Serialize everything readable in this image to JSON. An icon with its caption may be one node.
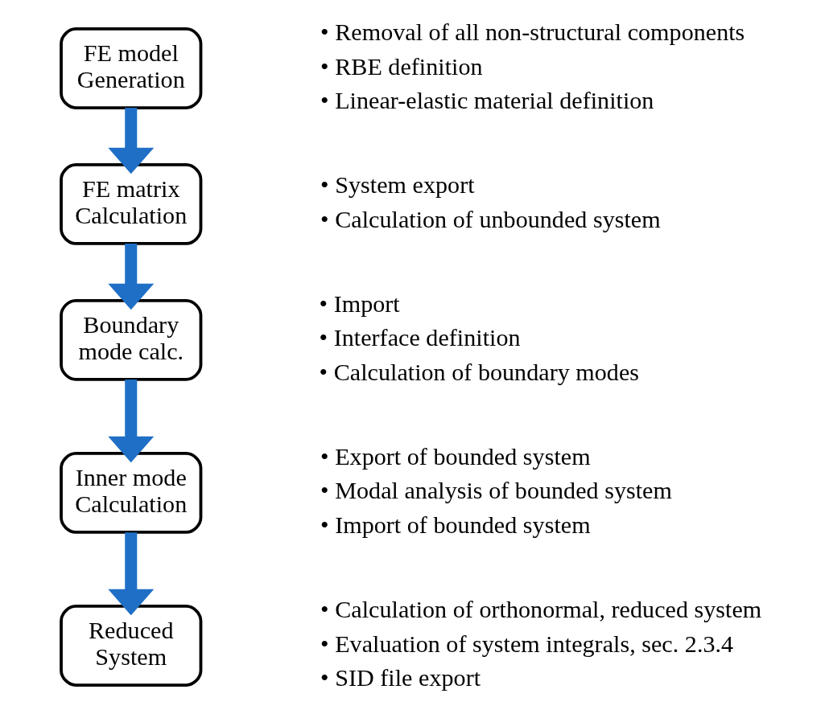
{
  "diagram": {
    "nodes": [
      {
        "text": [
          "FE model Generation"
        ],
        "beside": [
          "• Removal of all non-structural components",
          "• RBE definition",
          "• Linear-elastic material definition"
        ]
      },
      {
        "text": [
          "FE matrix Calculation"
        ],
        "beside": [
          "• System export",
          "• Calculation of unbounded system"
        ]
      },
      {
        "text": [
          "Boundary mode calc."
        ],
        "beside": [
          "• Import",
          "• Interface definition",
          "• Calculation of boundary modes"
        ]
      },
      {
        "text": [
          "Inner mode Calculation"
        ],
        "beside": [
          "• Export of bounded system",
          "• Modal analysis of bounded system",
          "• Import of bounded system"
        ]
      },
      {
        "text": [
          "Reduced System"
        ],
        "beside": [
          "• Calculation of orthonormal, reduced system",
          "• Evaluation of system integrals, sec. 2.3.4",
          "• SID file export"
        ]
      }
    ],
    "edges": [
      {
        "from": 0,
        "to": 1,
        "arrow": "to",
        "color": "#1f6fc6"
      },
      {
        "from": 1,
        "to": 2,
        "arrow": "to",
        "color": "#1f6fc6"
      },
      {
        "from": 2,
        "to": 3,
        "arrow": "to",
        "color": "#1f6fc6"
      },
      {
        "from": 3,
        "to": 4,
        "arrow": "to",
        "color": "#1f6fc6"
      }
    ]
  }
}
